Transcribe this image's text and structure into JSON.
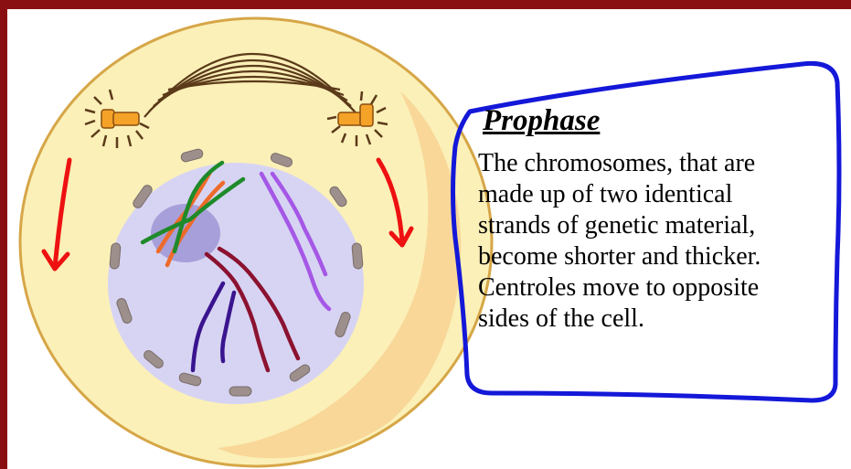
{
  "title": "Prophase",
  "lines": [
    "The chromosomes, that are",
    "made up of two identical",
    "strands of genetic material,",
    "become shorter and thicker.",
    "Centroles move to opposite",
    "sides of the cell."
  ],
  "colors": {
    "background_border": "#8a0f12",
    "cell_fill": "#fbf0b8",
    "cell_outline": "#d6a647",
    "nucleus_fill": "#d7d4f3",
    "nucleolus": "#a79fd9",
    "spindle_fiber": "#5b3a1a",
    "arrow": "#ee1111",
    "textbox_outline": "#1418d8",
    "chromosome_green": "#1e8a2a",
    "chromosome_orange": "#ee6a2a",
    "chromosome_purple": "#a557e6",
    "chromosome_indigo": "#3a148f",
    "chromosome_maroon": "#8b1230"
  }
}
